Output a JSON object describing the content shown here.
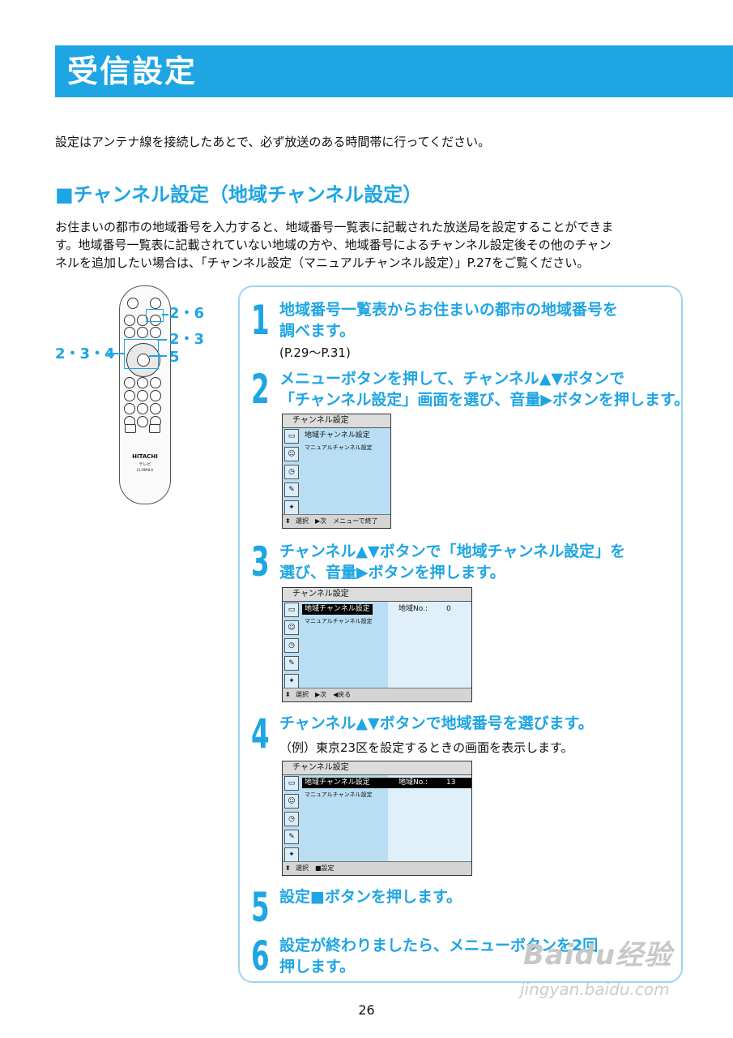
{
  "header": {
    "title": "受信設定"
  },
  "intro": "設定はアンテナ線を接続したあとで、必ず放送のある時間帯に行ってください。",
  "section": {
    "heading": "■チャンネル設定（地域チャンネル設定）",
    "paragraph_lines": [
      "お住まいの都市の地域番号を入力すると、地域番号一覧表に記載された放送局を設定することができま",
      "す。地域番号一覧表に記載されていない地域の方や、地域番号によるチャンネル設定後その他のチャン",
      "ネルを追加したい場合は、「チャンネル設定（マニュアルチャンネル設定）」P.27をご覧ください。"
    ]
  },
  "remote": {
    "brand": "HITACHI",
    "sub": "テレビ",
    "model": "CL-RM4LA",
    "callouts": {
      "a": "2・6",
      "b": "2・3",
      "c": "5",
      "d": "2・3・4"
    }
  },
  "steps": [
    {
      "num": "1",
      "lines": [
        "地域番号一覧表からお住まいの都市の地域番号を",
        "調べます。"
      ],
      "sub": "(P.29〜P.31)"
    },
    {
      "num": "2",
      "lines": [
        "メニューボタンを押して、チャンネル▲▼ボタンで",
        "「チャンネル設定」画面を選び、音量▶ボタンを押します。"
      ]
    },
    {
      "num": "3",
      "lines": [
        "チャンネル▲▼ボタンで「地域チャンネル設定」を",
        "選び、音量▶ボタンを押します。"
      ]
    },
    {
      "num": "4",
      "lines": [
        "チャンネル▲▼ボタンで地域番号を選びます。"
      ],
      "sub": "（例）東京23区を設定するときの画面を表示します。"
    },
    {
      "num": "5",
      "lines": [
        "設定■ボタンを押します。"
      ]
    },
    {
      "num": "6",
      "lines": [
        "設定が終わりましたら、メニューボタンを2回",
        "押します。"
      ]
    }
  ],
  "screens": [
    {
      "title": "チャンネル設定",
      "item1": "地域チャンネル設定",
      "item2": "マニュアルチャンネル設定",
      "footer": "選択　▶次　メニューで終了"
    },
    {
      "title": "チャンネル設定",
      "item1": "地域チャンネル設定",
      "item2": "マニュアルチャンネル設定",
      "label": "地域No.:",
      "value": "0",
      "footer": "選択　▶次　◀戻る"
    },
    {
      "title": "チャンネル設定",
      "item1": "地域チャンネル設定",
      "item2": "マニュアルチャンネル設定",
      "label": "地域No.:",
      "value": "13",
      "footer": "選択　■設定"
    }
  ],
  "page_number": "26",
  "watermark": {
    "line1": "Baidu经验",
    "line2": "jingyan.baidu.com"
  },
  "colors": {
    "accent": "#1ea5e3",
    "screen_bg": "#b9def4"
  }
}
